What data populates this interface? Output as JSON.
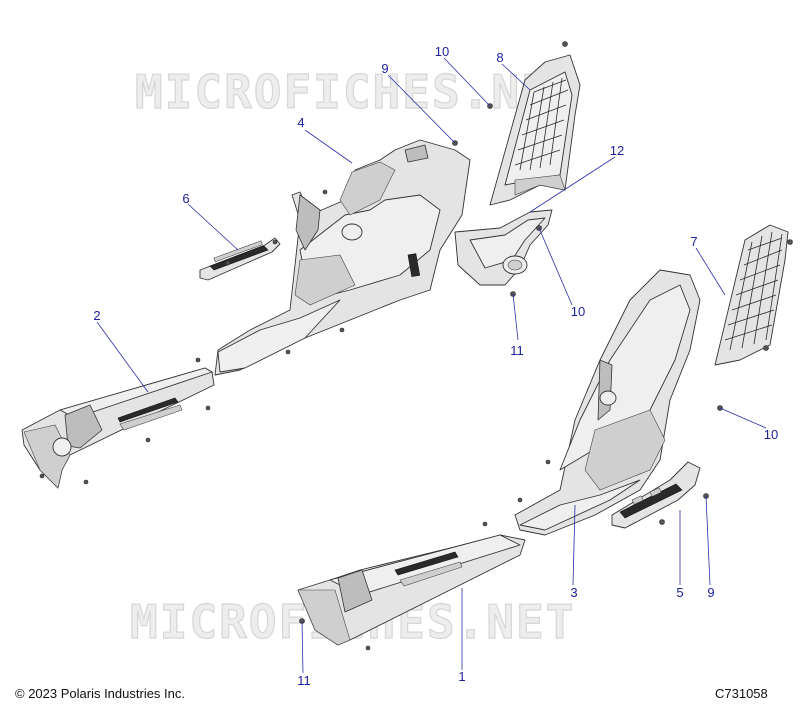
{
  "watermark": "MICROFICHES.NET",
  "copyright": "© 2023 Polaris Industries Inc.",
  "figure_id": "C731058",
  "callouts": {
    "c1": "1",
    "c2": "2",
    "c3": "3",
    "c4": "4",
    "c5": "5",
    "c6": "6",
    "c7": "7",
    "c8": "8",
    "c9a": "9",
    "c9b": "9",
    "c10a": "10",
    "c10b": "10",
    "c10c": "10",
    "c11a": "11",
    "c11b": "11",
    "c12": "12"
  },
  "colors": {
    "callout": "#1a1f9c",
    "line": "#333333",
    "fill": "#e4e4e4"
  }
}
